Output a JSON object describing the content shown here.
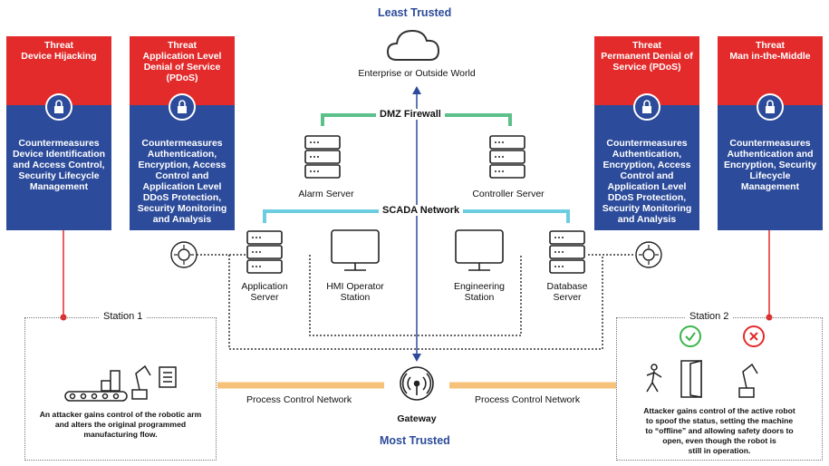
{
  "trust": {
    "top": "Least Trusted",
    "bottom": "Most Trusted"
  },
  "cloud_label": "Enterprise or Outside World",
  "dmz_label": "DMZ Firewall",
  "scada_label": "SCADA Network",
  "pcn_left": "Process Control Network",
  "pcn_right": "Process Control Network",
  "gateway_label": "Gateway",
  "servers": {
    "alarm": "Alarm Server",
    "controller": "Controller Server",
    "application": [
      "Application",
      "Server"
    ],
    "hmi": [
      "HMI Operator",
      "Station"
    ],
    "engineering": [
      "Engineering",
      "Station"
    ],
    "database": [
      "Database",
      "Server"
    ]
  },
  "cards": [
    {
      "threat_heading": "Threat",
      "threat": [
        "Device Hijacking"
      ],
      "counter_heading": "Countermeasures",
      "counter": [
        "Device Identification",
        "and Access Control,",
        "Security Lifecycle",
        "Management"
      ]
    },
    {
      "threat_heading": "Threat",
      "threat": [
        "Application Level",
        "Denial of Service",
        "(PDoS)"
      ],
      "counter_heading": "Countermeasures",
      "counter": [
        "Authentication,",
        "Encryption, Access",
        "Control and",
        "Application Level",
        "DDoS Protection,",
        "Security Monitoring",
        "and Analysis"
      ]
    },
    {
      "threat_heading": "Threat",
      "threat": [
        "Permanent Denial of",
        "Service (PDoS)"
      ],
      "counter_heading": "Countermeasures",
      "counter": [
        "Authentication,",
        "Encryption, Access",
        "Control and",
        "Application Level",
        "DDoS Protection,",
        "Security Monitoring",
        "and Analysis"
      ]
    },
    {
      "threat_heading": "Threat",
      "threat": [
        "Man in-the-Middle"
      ],
      "counter_heading": "Countermeasures",
      "counter": [
        "Authentication and",
        "Encryption, Security",
        "Lifecycle",
        "Management"
      ]
    }
  ],
  "station1": {
    "title": "Station 1",
    "desc": [
      "An attacker gains control of the robotic arm",
      "and alters the original programmed",
      "manufacturing flow."
    ]
  },
  "station2": {
    "title": "Station 2",
    "desc": [
      "Attacker gains control of the active robot",
      "to spoof the status, setting the machine",
      "to “offline” and allowing safety doors to",
      "open, even though the robot is",
      "still in operation."
    ]
  },
  "colors": {
    "threat": "#e32b2b",
    "counter": "#2c4b9a",
    "dmz": "#5cc08a",
    "scada": "#6ccde0",
    "pcn": "#f6c27a",
    "ok": "#39b54a",
    "bad": "#e32b2b"
  }
}
